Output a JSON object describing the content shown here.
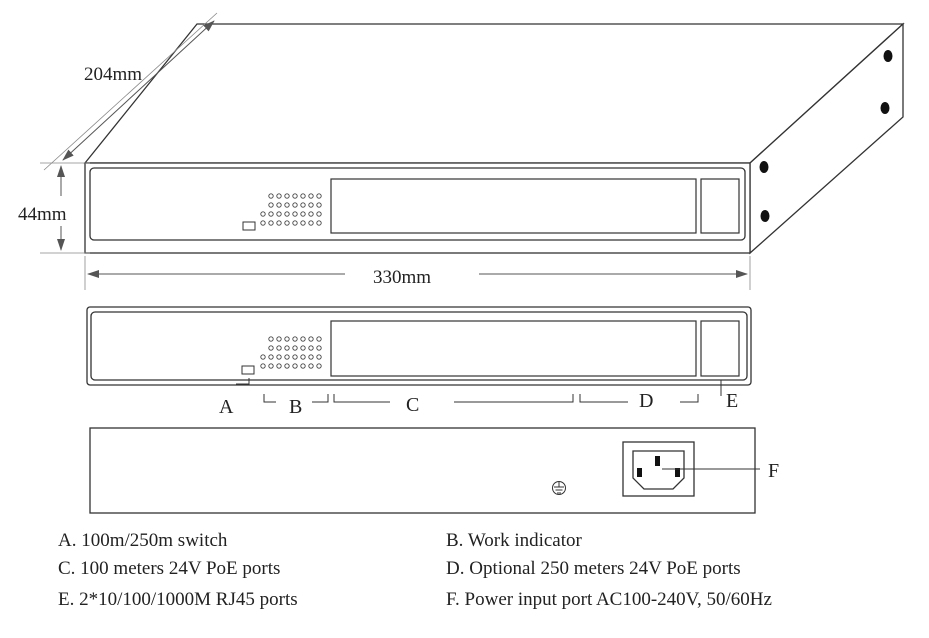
{
  "dimensions": {
    "depth": "204mm",
    "height": "44mm",
    "width": "330mm"
  },
  "callouts": {
    "a": "A",
    "b": "B",
    "c": "C",
    "d": "D",
    "e": "E",
    "f": "F"
  },
  "legend": [
    "A. 100m/250m switch",
    "B. Work indicator",
    "C. 100 meters 24V PoE ports",
    "D. Optional 250 meters 24V PoE ports",
    "E. 2*10/100/1000M RJ45 ports",
    "F. Power input port AC100-240V, 50/60Hz"
  ],
  "icons": {
    "ground": "ground-symbol",
    "power_socket": "iec-c14-inlet"
  },
  "colors": {
    "line": "#333333",
    "text": "#222222",
    "background": "#ffffff"
  }
}
